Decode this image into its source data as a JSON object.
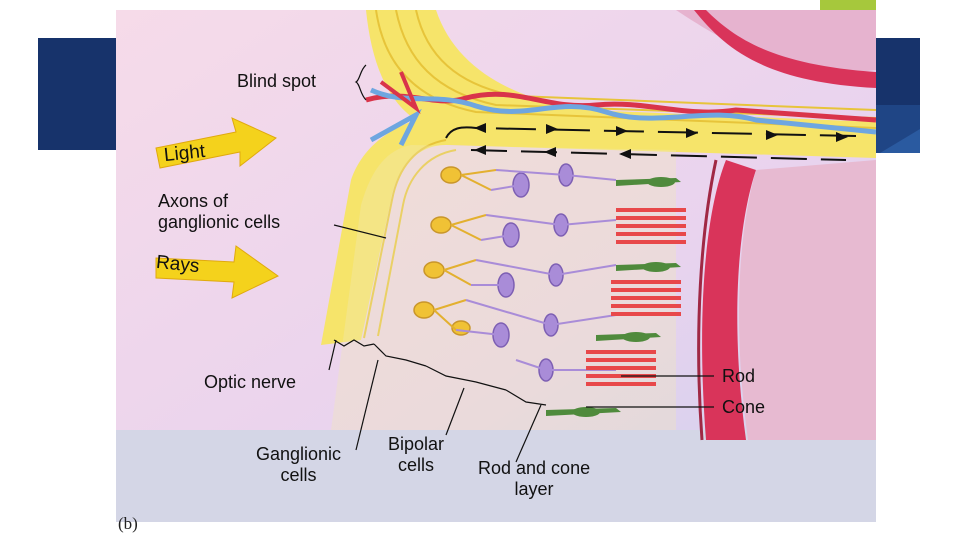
{
  "slide": {
    "accent_color": "#17336b",
    "green_accent": "#a6c83c"
  },
  "figure": {
    "labels": {
      "blind_spot": "Blind spot",
      "light": "Light",
      "axons": "Axons of\nganglionic cells",
      "rays": "Rays",
      "optic_nerve": "Optic nerve",
      "ganglionic": "Ganglionic\ncells",
      "bipolar": "Bipolar\ncells",
      "rod_cone_layer": "Rod and cone\nlayer",
      "rod": "Rod",
      "cone": "Cone"
    },
    "caption": "(b)",
    "colors": {
      "nerve_yellow": "#f6e46a",
      "bipolar": "#a98cd8",
      "rod": "#e8484a",
      "cone": "#4f8a3c",
      "choroid": "#d9345a",
      "arrow": "#f4d21c"
    }
  }
}
